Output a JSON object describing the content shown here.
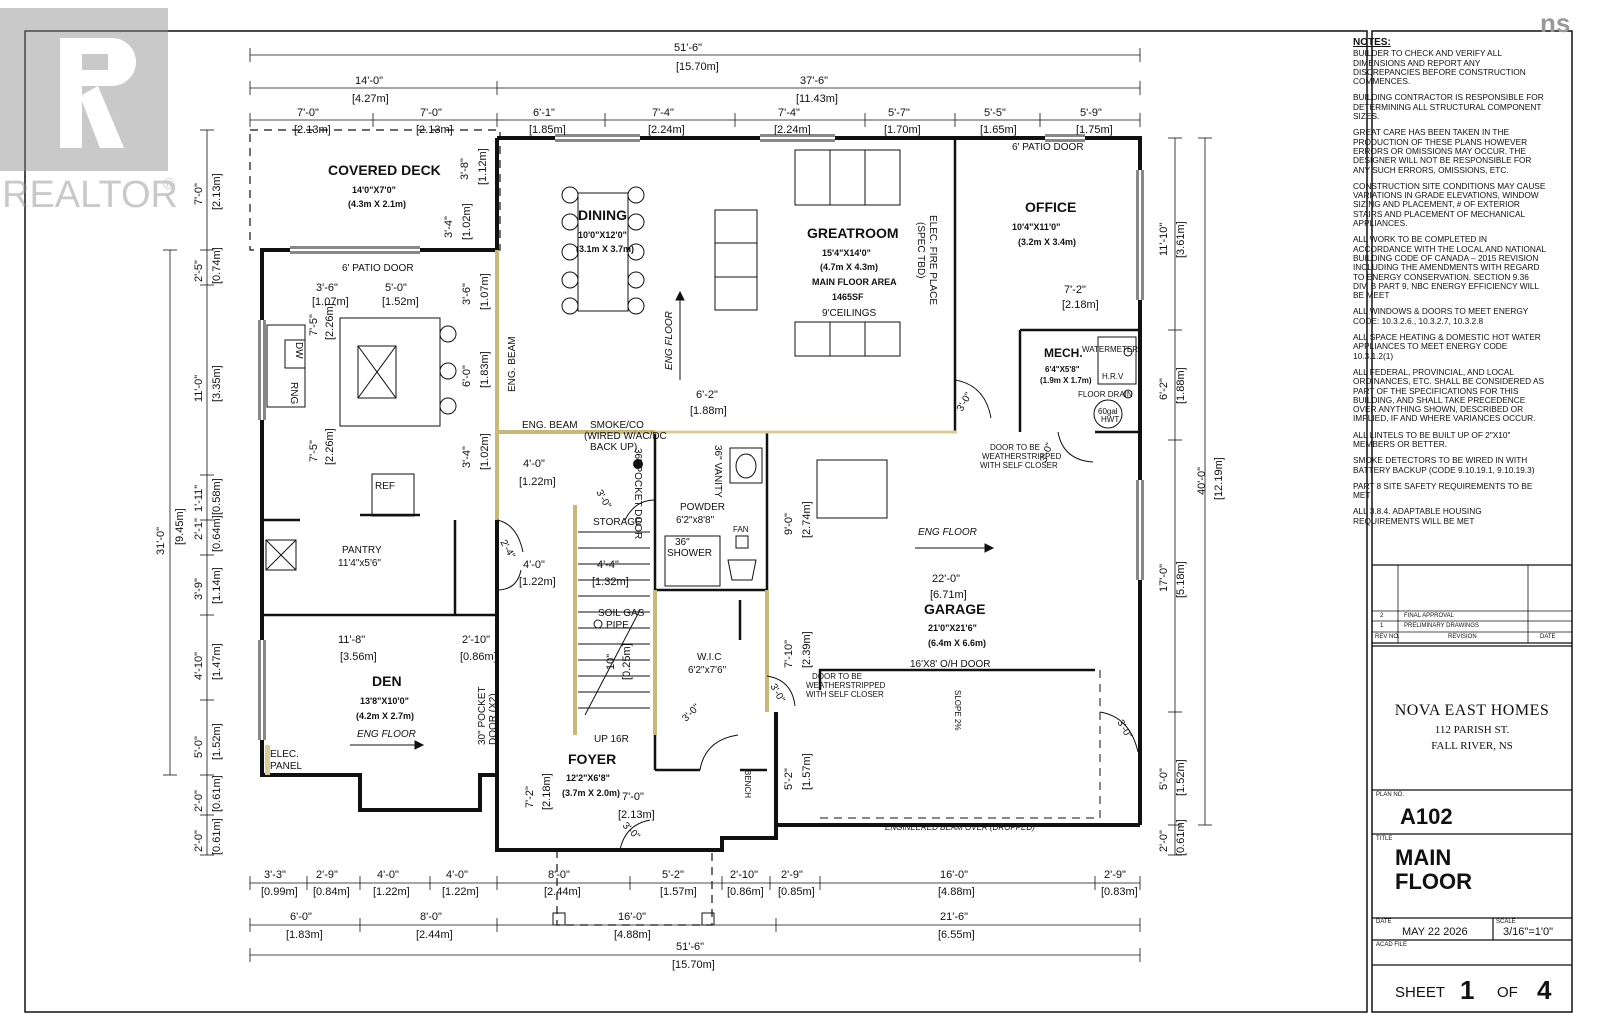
{
  "watermark": {
    "left": "REALTOR",
    "registered": "®",
    "right": "ns"
  },
  "rooms": {
    "covered_deck": {
      "name": "COVERED DECK",
      "size": "14'0\"X7'0\"",
      "metric": "(4.3m X 2.1m)"
    },
    "dining": {
      "name": "DINING",
      "size": "10'0\"X12'0\"",
      "metric": "(3.1m X 3.7m)"
    },
    "greatroom": {
      "name": "GREATROOM",
      "size": "15'4\"X14'0\"",
      "metric": "(4.7m X 4.3m)",
      "area_label": "MAIN FLOOR AREA",
      "area": "1465SF",
      "ceilings": "9'CEILINGS"
    },
    "office": {
      "name": "OFFICE",
      "size": "10'4\"X11'0\"",
      "metric": "(3.2m X 3.4m)"
    },
    "mech": {
      "name": "MECH.",
      "size": "6'4\"X5'8\"",
      "metric": "(1.9m X 1.7m)"
    },
    "pantry": {
      "name": "PANTRY",
      "size": "11'4\"x5'6\""
    },
    "powder": {
      "name": "POWDER",
      "size": "6'2\"x8'8\""
    },
    "garage": {
      "name": "GARAGE",
      "size": "21'0\"X21'6\"",
      "metric": "(6.4m X 6.6m)"
    },
    "den": {
      "name": "DEN",
      "size": "13'8\"X10'0\"",
      "metric": "(4.2m X 2.7m)"
    },
    "wic": {
      "name": "W.I.C",
      "size": "6'2\"x7'6\""
    },
    "foyer": {
      "name": "FOYER",
      "size": "12'2\"X6'8\"",
      "metric": "(3.7m X 2.0m)"
    }
  },
  "labels": {
    "patio_door_1": "6' PATIO DOOR",
    "patio_door_2": "6' PATIO DOOR",
    "eng_floor": "ENG FLOOR",
    "eng_beam": "ENG. BEAM",
    "smoke": "SMOKE/CO",
    "smoke2": "(WIRED W/AC/DC",
    "smoke3": "BACK UP)",
    "fireplace": "ELEC. FIRE PLACE",
    "fireplace2": "(SPEC TBD)",
    "pocket_door": "36\" POCKET DOOR",
    "vanity": "36\" VANITY",
    "storage": "STORAGE",
    "shower": "36\"",
    "shower2": "SHOWER",
    "fan": "FAN",
    "soil_gas": "SOIL GAS",
    "pipe": "PIPE",
    "up": "UP 16R",
    "bench": "BENCH",
    "ref": "REF",
    "dw": "DW",
    "rng": "RNG",
    "elec_panel": "ELEC.",
    "elec_panel2": "PANEL",
    "den_pocket": "30\" POCKET",
    "den_pocket2": "DOOR (X2)",
    "weather1": "DOOR TO BE",
    "weather2": "WEATHERSTRIPPED",
    "weather3": "WITH SELF CLOSER",
    "oh_door": "16'X8' O/H DOOR",
    "slope": "SLOPE 2%",
    "eng_beam_over": "ENGINEERED BEAM OVER (DROPPED)",
    "watermeter": "WATERMETER",
    "hrv": "H.R.V",
    "floor_drain": "FLOOR DRAIN",
    "hwt": "60gal",
    "hwt2": "HWT",
    "swing": "3'-0\"",
    "swing2": "2'-4\""
  },
  "dims": {
    "top_total": "51'-6\"",
    "top_total_m": "[15.70m]",
    "top_a": "14'-0\"",
    "top_a_m": "[4.27m]",
    "top_b": "37'-6\"",
    "top_b_m": "[11.43m]",
    "t1": "7'-0\"",
    "t1m": "[2.13m]",
    "t2": "7'-0\"",
    "t2m": "[2.13m]",
    "t3": "6'-1\"",
    "t3m": "[1.85m]",
    "t4": "7'-4\"",
    "t4m": "[2.24m]",
    "t5": "7'-4\"",
    "t5m": "[2.24m]",
    "t6": "5'-7\"",
    "t6m": "[1.70m]",
    "t7": "5'-5\"",
    "t7m": "[1.65m]",
    "t8": "5'-9\"",
    "t8m": "[1.75m]",
    "b1": "3'-3\"",
    "b1m": "[0.99m]",
    "b2": "2'-9\"",
    "b2m": "[0.84m]",
    "b3": "4'-0\"",
    "b3m": "[1.22m]",
    "b4": "4'-0\"",
    "b4m": "[1.22m]",
    "b5": "8'-0\"",
    "b5m": "[2.44m]",
    "b6": "5'-2\"",
    "b6m": "[1.57m]",
    "b7": "2'-10\"",
    "b7m": "[0.86m]",
    "b8": "2'-9\"",
    "b8m": "[0.85m]",
    "b9": "16'-0\"",
    "b9m": "[4.88m]",
    "b10": "2'-9\"",
    "b10m": "[0.83m]",
    "c1": "6'-0\"",
    "c1m": "[1.83m]",
    "c2": "8'-0\"",
    "c2m": "[2.44m]",
    "c3": "16'-0\"",
    "c3m": "[4.88m]",
    "c4": "21'-6\"",
    "c4m": "[6.55m]",
    "bot_total": "51'-6\"",
    "bot_total_m": "[15.70m]",
    "l_total": "31'-0\"",
    "l_total_m": "[9.45m]",
    "l1": "7'-0\"",
    "l1m": "[2.13m]",
    "l2": "2'-5\"",
    "l2m": "[0.74m]",
    "l3": "11'-0\"",
    "l3m": "[3.35m]",
    "l4": "1'-11\"",
    "l4m": "[0.58m]",
    "l5": "2'-1\"",
    "l5m": "[0.64m]",
    "l6": "3'-9\"",
    "l6m": "[1.14m]",
    "l7": "4'-10\"",
    "l7m": "[1.47m]",
    "l8": "5'-0\"",
    "l8m": "[1.52m]",
    "l9": "2'-0\"",
    "l9m": "[0.61m]",
    "l10": "2'-0\"",
    "l10m": "[0.61m]",
    "r_total": "40'-0\"",
    "r_total_m": "[12.19m]",
    "r1": "11'-10\"",
    "r1m": "[3.61m]",
    "r2": "6'-2\"",
    "r2m": "[1.88m]",
    "r3": "17'-0\"",
    "r3m": "[5.18m]",
    "r4": "5'-0\"",
    "r4m": "[1.52m]",
    "r5": "2'-0\"",
    "r5m": "[0.61m]",
    "deck_v1": "3'-8\"",
    "deck_v1m": "[1.12m]",
    "deck_v2": "3'-4\"",
    "deck_v2m": "[1.02m]",
    "k1": "3'-6\"",
    "k1m": "[1.07m]",
    "k2": "5'-0\"",
    "k2m": "[1.52m]",
    "k3": "7'-5\"",
    "k3m": "[2.26m]",
    "k4": "7'-5\"",
    "k4m": "[2.26m]",
    "k5": "3'-6\"",
    "k5m": "[1.07m]",
    "k6": "6'-0\"",
    "k6m": "[1.83m]",
    "k7": "3'-4\"",
    "k7m": "[1.02m]",
    "p1": "6'-2\"",
    "p1m": "[1.88m]",
    "o1": "7'-2\"",
    "o1m": "[2.18m]",
    "h1": "4'-0\"",
    "h1m": "[1.22m]",
    "h2": "4'-0\"",
    "h2m": "[1.22m]",
    "st1": "4'-4\"",
    "st1m": "[1.32m]",
    "st2": "10\"",
    "st2m": "[0.25m]",
    "g1": "9'-0\"",
    "g1m": "[2.74m]",
    "g2": "22'-0\"",
    "g2m": "[6.71m]",
    "g3": "7'-10\"",
    "g3m": "[2.39m]",
    "g4": "5'-2\"",
    "g4m": "[1.57m]",
    "d1": "11'-8\"",
    "d1m": "[3.56m]",
    "d2": "2'-10\"",
    "d2m": "[0.86m]",
    "f1": "7'-2\"",
    "f1m": "[2.18m]",
    "f2": "7'-0\"",
    "f2m": "[2.13m]"
  },
  "notes": {
    "title": "NOTES:",
    "items": [
      "BUILDER TO CHECK AND VERIFY ALL DIMENSIONS AND REPORT ANY DISCREPANCIES BEFORE CONSTRUCTION COMMENCES.",
      "BUILDING CONTRACTOR IS RESPONSIBLE FOR DETERMINING ALL STRUCTURAL COMPONENT SIZES.",
      "GREAT CARE HAS BEEN TAKEN IN THE PRODUCTION OF THESE PLANS HOWEVER ERRORS OR OMISSIONS MAY OCCUR. THE DESIGNER WILL NOT BE RESPONSIBLE FOR ANY SUCH ERRORS, OMISSIONS, ETC.",
      "CONSTRUCTION SITE CONDITIONS MAY CAUSE VARIATIONS IN GRADE ELEVATIONS, WINDOW SIZING AND PLACEMENT, # OF EXTERIOR STAIRS AND PLACEMENT OF MECHANICAL APPLIANCES.",
      "ALL WORK TO BE COMPLETED IN ACCORDANCE WITH THE LOCAL AND NATIONAL BUILDING CODE OF CANADA – 2015 REVISION INCLUDING THE AMENDMENTS WITH REGARD TO ENERGY CONSERVATION. SECTION 9.36 DIV. B PART 9, NBC ENERGY EFFICIENCY WILL BE MEET",
      "ALL WINDOWS & DOORS TO MEET ENERGY CODE: 10.3.2.6., 10.3.2.7, 10.3.2.8",
      "ALL SPACE HEATING & DOMESTIC HOT WATER APPLIANCES TO MEET ENERGY CODE 10.3.1.2(1)",
      "ALL FEDERAL, PROVINCIAL, AND LOCAL ORDINANCES, ETC. SHALL BE CONSIDERED AS PART OF THE SPECIFICATIONS FOR THIS BUILDING, AND SHALL TAKE PRECEDENCE OVER ANYTHING SHOWN, DESCRIBED OR IMPLIED, IF AND WHERE VARIANCES OCCUR.",
      "ALL LINTELS TO BE BUILT UP OF 2\"X10\" MEMBERS OR BETTER.",
      "SMOKE DETECTORS TO BE WIRED IN WITH BATTERY BACKUP (CODE 9.10.19.1, 9.10.19.3)",
      "PART 8 SITE SAFETY REQUIREMENTS TO BE MET",
      "ALL 3.8.4. ADAPTABLE HOUSING REQUIREMENTS WILL BE MET"
    ]
  },
  "revisions": {
    "rows": [
      {
        "no": "2",
        "desc": "FINAL APPROVAL"
      },
      {
        "no": "1",
        "desc": "PRELIMINARY DRAWINGS"
      }
    ],
    "headers": {
      "no": "REV NO.",
      "desc": "REVISION",
      "date": "DATE"
    }
  },
  "title_block": {
    "company": "NOVA EAST HOMES",
    "address1": "112 PARISH ST.",
    "address2": "FALL RIVER, NS",
    "plan_no_label": "PLAN NO.",
    "plan_no": "A102",
    "title_label": "TITLE",
    "title1": "MAIN",
    "title2": "FLOOR",
    "date_label": "DATE",
    "date": "MAY 22 2026",
    "scale_label": "SCALE",
    "scale": "3/16\"=1'0\"",
    "acad_label": "ACAD FILE",
    "sheet_label": "SHEET",
    "sheet_no": "1",
    "of_label": "OF",
    "sheet_total": "4"
  }
}
